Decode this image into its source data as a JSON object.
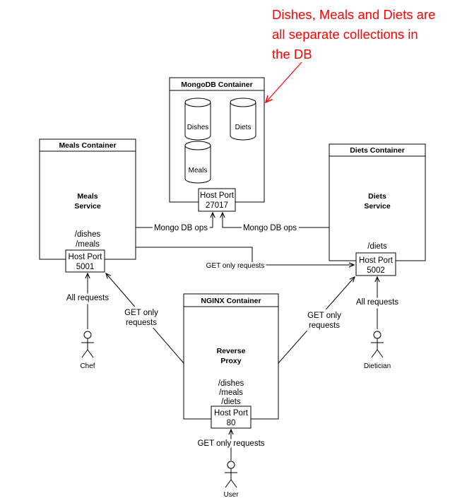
{
  "annotation": {
    "lines": [
      "Dishes, Meals and Diets are",
      "all separate collections in",
      "the DB"
    ],
    "color": "#ff0000"
  },
  "mongo": {
    "title": "MongoDB Container",
    "collections": [
      "Dishes",
      "Diets",
      "Meals"
    ],
    "port_label": "Host Port",
    "port_number": "27017"
  },
  "meals": {
    "title": "Meals Container",
    "service_line1": "Meals",
    "service_line2": "Service",
    "route1": "/dishes",
    "route2": "/meals",
    "port_label": "Host Port",
    "port_number": "5001"
  },
  "diets": {
    "title": "Diets Container",
    "service_line1": "Diets",
    "service_line2": "Service",
    "route1": "/diets",
    "port_label": "Host Port",
    "port_number": "5002"
  },
  "nginx": {
    "title": "NGINX Container",
    "service_line1": "Reverse",
    "service_line2": "Proxy",
    "route1": "/dishes",
    "route2": "/meals",
    "route3": "/diets",
    "port_label": "Host Port",
    "port_number": "80"
  },
  "edges": {
    "mongo_ops_left": "Mongo DB ops",
    "mongo_ops_right": "Mongo DB ops",
    "get_only_requests": "GET only requests",
    "get_only_left_1": "GET only",
    "get_only_left_2": "requests",
    "get_only_right_1": "GET only",
    "get_only_right_2": "requests",
    "all_requests_left": "All requests",
    "all_requests_right": "All requests",
    "get_only_user": "GET only requests"
  },
  "actors": {
    "chef": "Chef",
    "dietician": "Dietician",
    "user": "User"
  }
}
